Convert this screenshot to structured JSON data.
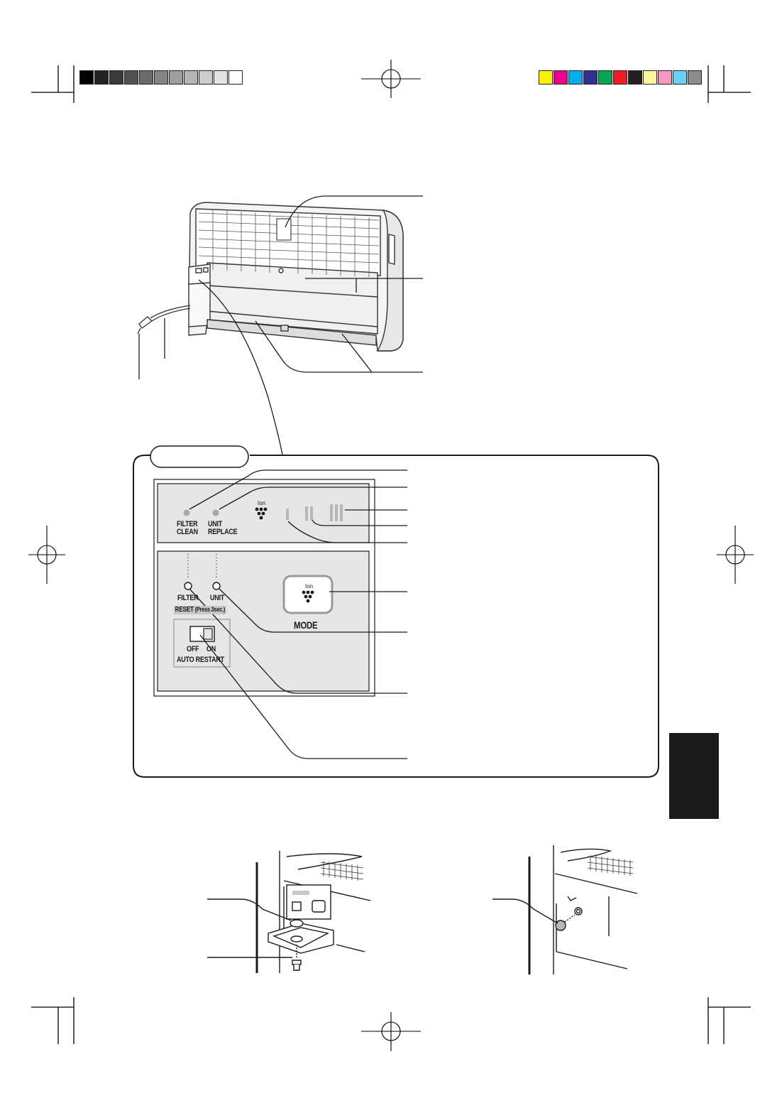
{
  "print_marks": {
    "gray_swatches": [
      "#000000",
      "#222222",
      "#3a3a3a",
      "#525252",
      "#6a6a6a",
      "#858585",
      "#9e9e9e",
      "#b5b5b5",
      "#cccccc",
      "#e4e4e4",
      "#ffffff"
    ],
    "color_swatches": [
      "#fff200",
      "#ec008c",
      "#00aeef",
      "#2e3192",
      "#00a651",
      "#ed1c24",
      "#231f20",
      "#fff799",
      "#f49ac1",
      "#6dcff6",
      "#8c8c8c"
    ]
  },
  "panel": {
    "indicators": {
      "filter_clean": [
        "FILTER",
        "CLEAN"
      ],
      "unit_replace": [
        "UNIT",
        "REPLACE"
      ],
      "ion_mark": "Ion"
    },
    "controls": {
      "filter_button": "FILTER",
      "unit_button": "UNIT",
      "reset_caption": "RESET",
      "press_note": "(Press 3sec.)",
      "switch_off": "OFF",
      "switch_on": "ON",
      "auto_restart": "AUTO RESTART",
      "mode_button": "MODE",
      "ion_mark": "Ion"
    }
  },
  "colors": {
    "panel_fill": "#e6e6e6",
    "indicator_lamp": "#a8a8a8",
    "mode_border": "#9a9a9a",
    "tab_block": "#1b1b1b"
  }
}
